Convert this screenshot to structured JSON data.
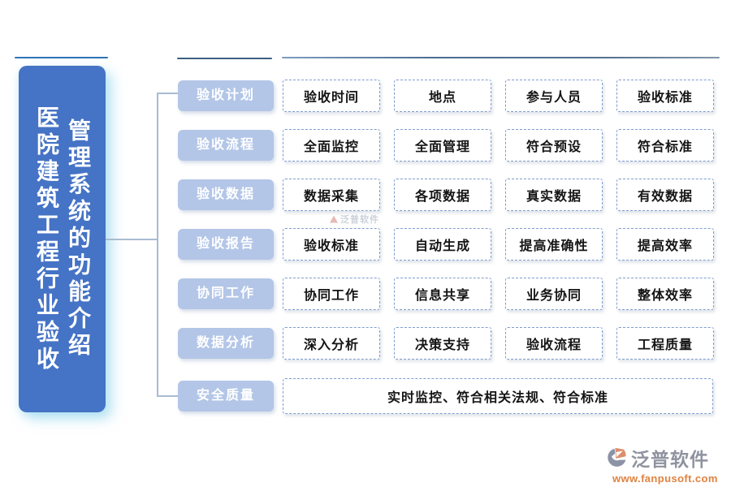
{
  "title": {
    "column1": "医院建筑工程行业验收",
    "column2": "管理系统的功能介绍"
  },
  "rows": [
    {
      "label": "验收计划",
      "items": [
        "验收时间",
        "地点",
        "参与人员",
        "验收标准"
      ]
    },
    {
      "label": "验收流程",
      "items": [
        "全面监控",
        "全面管理",
        "符合预设",
        "符合标准"
      ]
    },
    {
      "label": "验收数据",
      "items": [
        "数据采集",
        "各项数据",
        "真实数据",
        "有效数据"
      ]
    },
    {
      "label": "验收报告",
      "items": [
        "验收标准",
        "自动生成",
        "提高准确性",
        "提高效率"
      ]
    },
    {
      "label": "协同工作",
      "items": [
        "协同工作",
        "信息共享",
        "业务协同",
        "整体效率"
      ]
    },
    {
      "label": "数据分析",
      "items": [
        "深入分析",
        "决策支持",
        "验收流程",
        "工程质量"
      ]
    },
    {
      "label": "安全质量",
      "items": [
        "实时监控、符合相关法规、符合标准"
      ]
    }
  ],
  "watermark": {
    "text": "泛普软件"
  },
  "footer": {
    "brand": "泛普软件",
    "url": "www.fanpusoft.com"
  },
  "colors": {
    "primary_blue": "#4573c5",
    "label_bg": "#b3c6e7",
    "dashed_border": "#7f9cce",
    "rule_blue": "#2e74b5",
    "connector": "#a9bcd2",
    "brand_gray": "#8f93a0",
    "brand_orange": "#e0823f"
  }
}
